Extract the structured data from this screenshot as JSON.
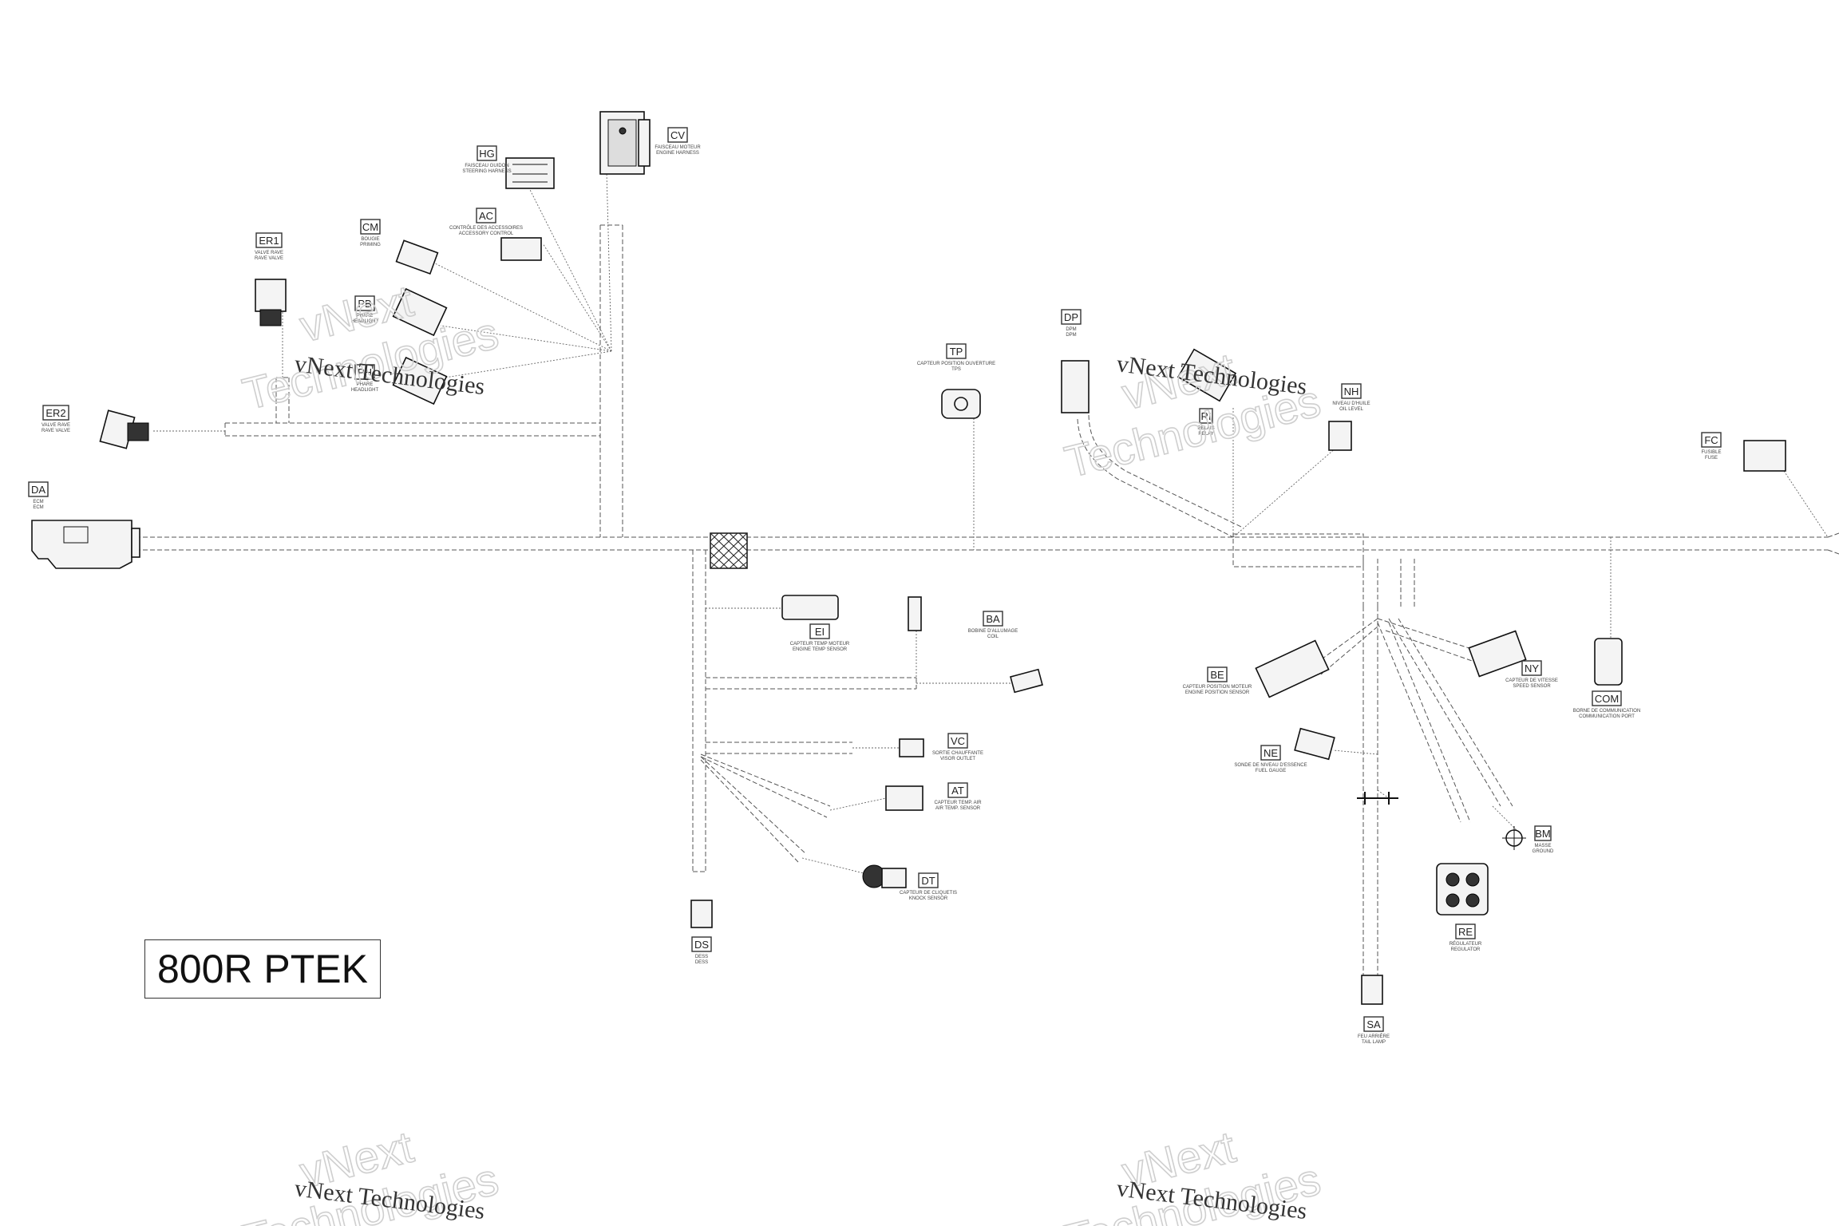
{
  "title": "800R PTEK",
  "watermark": {
    "line1": "vNext Technologies",
    "outline_top": "vNext",
    "outline_bottom": "Technologies"
  },
  "connectors": {
    "CV": {
      "code": "CV",
      "fr": "FAISCEAU MOTEUR",
      "en": "ENGINE HARNESS"
    },
    "HG": {
      "code": "HG",
      "fr": "FAISCEAU GUIDON",
      "en": "STEERING HARNESS"
    },
    "AC": {
      "code": "AC",
      "fr": "CONTRÔLE DES ACCESSOIRES",
      "en": "ACCESSORY CONTROL"
    },
    "CM": {
      "code": "CM",
      "fr": "BOUGIE",
      "en": "PRIMING"
    },
    "ER1": {
      "code": "ER1",
      "fr": "VALVE RAVE",
      "en": "RAVE VALVE"
    },
    "PB": {
      "code": "PB",
      "fr": "PHARE",
      "en": "HEADLIGHT"
    },
    "PH": {
      "code": "PH",
      "fr": "PHARE",
      "en": "HEADLIGHT"
    },
    "ER2": {
      "code": "ER2",
      "fr": "VALVE RAVE",
      "en": "RAVE VALVE"
    },
    "DA": {
      "code": "DA",
      "fr": "ECM",
      "en": "ECM"
    },
    "TP": {
      "code": "TP",
      "fr": "CAPTEUR POSITION OUVERTURE",
      "en": "TPS"
    },
    "DP": {
      "code": "DP",
      "fr": "DPM",
      "en": "DPM"
    },
    "RI": {
      "code": "RI",
      "fr": "RELAIS",
      "en": "RELAY"
    },
    "NH": {
      "code": "NH",
      "fr": "NIVEAU D'HUILE",
      "en": "OIL LEVEL"
    },
    "FC": {
      "code": "FC",
      "fr": "FUSIBLE",
      "en": "FUSE"
    },
    "EI": {
      "code": "EI",
      "fr": "CAPTEUR TEMP MOTEUR",
      "en": "ENGINE TEMP SENSOR"
    },
    "BA": {
      "code": "BA",
      "fr": "BOBINE D'ALLUMAGE",
      "en": "COIL"
    },
    "VC": {
      "code": "VC",
      "fr": "SORTIE CHAUFFANTE",
      "en": "VISOR OUTLET"
    },
    "AT": {
      "code": "AT",
      "fr": "CAPTEUR TEMP. AIR",
      "en": "AIR TEMP. SENSOR"
    },
    "DT": {
      "code": "DT",
      "fr": "CAPTEUR DE CLIQUETIS",
      "en": "KNOCK SENSOR"
    },
    "DS": {
      "code": "DS",
      "fr": "DESS",
      "en": "DESS"
    },
    "BE": {
      "code": "BE",
      "fr": "CAPTEUR POSITION MOTEUR",
      "en": "ENGINE POSITION SENSOR"
    },
    "NE": {
      "code": "NE",
      "fr": "SONDE DE NIVEAU D'ESSENCE",
      "en": "FUEL GAUGE"
    },
    "NY": {
      "code": "NY",
      "fr": "CAPTEUR DE VITESSE",
      "en": "SPEED SENSOR"
    },
    "COM": {
      "code": "COM",
      "fr": "BORNE DE COMMUNICATION",
      "en": "COMMUNICATION PORT"
    },
    "BM": {
      "code": "BM",
      "fr": "MASSE",
      "en": "GROUND"
    },
    "RE": {
      "code": "RE",
      "fr": "RÉGULATEUR",
      "en": "REGULATOR"
    },
    "SA": {
      "code": "SA",
      "fr": "FEU ARRIÈRE",
      "en": "TAIL LAMP"
    }
  }
}
